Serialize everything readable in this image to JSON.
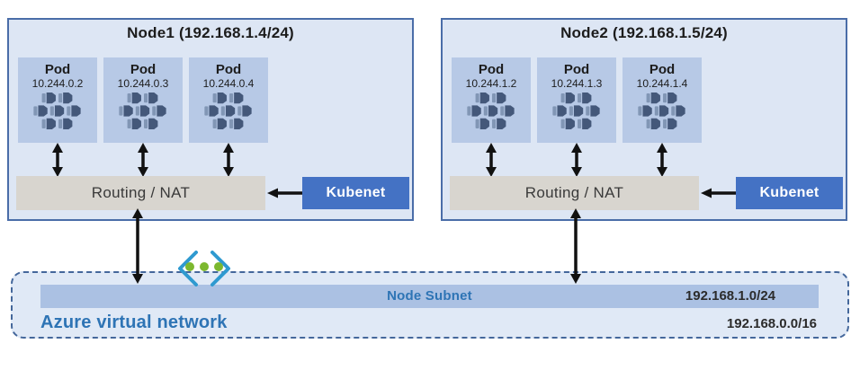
{
  "nodes": [
    {
      "title": "Node1 (192.168.1.4/24)",
      "pods": [
        {
          "label": "Pod",
          "ip": "10.244.0.2"
        },
        {
          "label": "Pod",
          "ip": "10.244.0.3"
        },
        {
          "label": "Pod",
          "ip": "10.244.0.4"
        }
      ],
      "routing_label": "Routing / NAT",
      "kubenet_label": "Kubenet"
    },
    {
      "title": "Node2 (192.168.1.5/24)",
      "pods": [
        {
          "label": "Pod",
          "ip": "10.244.1.2"
        },
        {
          "label": "Pod",
          "ip": "10.244.1.3"
        },
        {
          "label": "Pod",
          "ip": "10.244.1.4"
        }
      ],
      "routing_label": "Routing / NAT",
      "kubenet_label": "Kubenet"
    }
  ],
  "vnet": {
    "label": "Azure virtual network",
    "cidr": "192.168.0.0/16",
    "subnet_label": "Node Subnet",
    "subnet_cidr": "192.168.1.0/24"
  },
  "icons": {
    "pod_icon": "container-cluster-icon",
    "vnet_icon": "virtual-network-icon",
    "arrow_icon": "double-arrow-icon"
  },
  "colors": {
    "node_fill": "#dde6f4",
    "node_border": "#4a6da8",
    "pod_fill": "#b7c9e6",
    "routing_fill": "#d8d5cf",
    "kubenet_fill": "#4472c4",
    "subnet_fill": "#abc1e3",
    "vnet_fill": "#e0e9f6",
    "vnet_border": "#44679b",
    "accent_blue_text": "#2e74b5",
    "icon_dark": "#44587a",
    "icon_light": "#8196b5",
    "icon_bracket_blue": "#2f9ad0",
    "icon_dot_green": "#7cb82f",
    "arrow_black": "#111111"
  }
}
